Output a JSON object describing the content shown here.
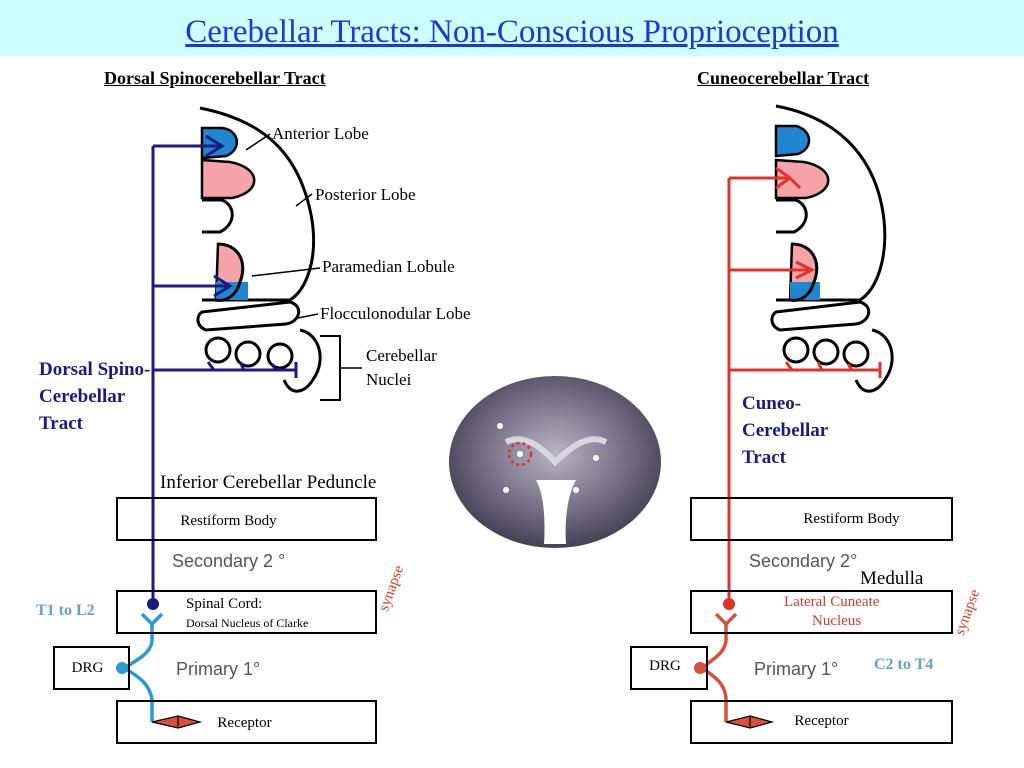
{
  "title": "Cerebellar Tracts:  Non-Conscious Proprioception",
  "left": {
    "header": "Dorsal Spinocerebellar Tract",
    "tract_label": "Dorsal Spino- Cerebellar Tract",
    "peduncle": "Inferior Cerebellar Peduncle",
    "restiform": "Restiform Body",
    "secondary": "Secondary  2 °",
    "primary": "Primary  1°",
    "levels": "T1 to L2",
    "nucleus_line1": "Spinal Cord:",
    "nucleus_line2": "Dorsal Nucleus of Clarke",
    "synapse": "synapse",
    "drg": "DRG",
    "receptor": "Receptor"
  },
  "right": {
    "header": "Cuneocerebellar Tract",
    "tract_label": "Cuneo- Cerebellar Tract",
    "restiform": "Restiform Body",
    "secondary": "Secondary  2°",
    "medulla": "Medulla",
    "nucleus_line1": "Lateral Cuneate",
    "nucleus_line2": "Nucleus",
    "synapse": "synapse",
    "drg": "DRG",
    "primary": "Primary  1°",
    "levels": "C2 to T4",
    "receptor": "Receptor"
  },
  "cerebellum_labels": {
    "anterior": "Anterior Lobe",
    "posterior": "Posterior Lobe",
    "paramedian": "Paramedian Lobule",
    "flocculonodular": "Flocculonodular Lobe",
    "nuclei_line1": "Cerebellar",
    "nuclei_line2": "Nuclei"
  },
  "colors": {
    "title": "#1f36d8",
    "title_bg": "#ccffff",
    "dorsal_tract": "#1b1b80",
    "cuneo_tract": "#e0332a",
    "primary_left": "#2a9ad6",
    "primary_right": "#d8503c",
    "anterior_fill": "#1f86d2",
    "posterior_fill": "#f4a4a8",
    "synapse_text": "#d23a2a",
    "levels_text": "#6aa0c8"
  }
}
